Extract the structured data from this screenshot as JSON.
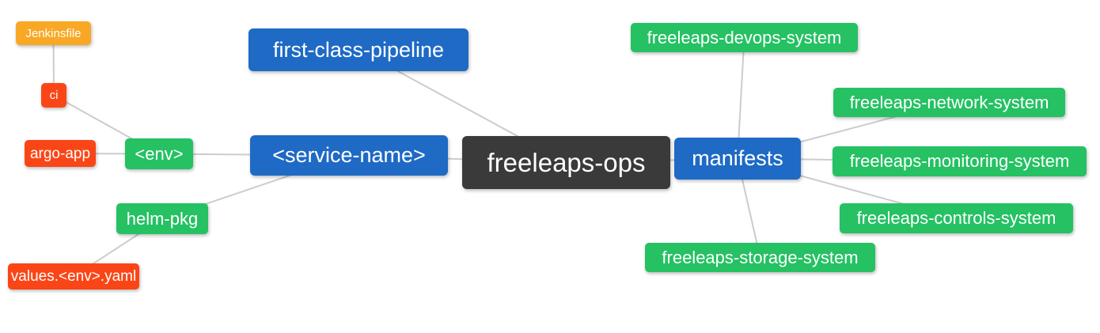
{
  "palette": {
    "blue": "#1E6AC5",
    "green": "#25C163",
    "orange": "#F9A825",
    "red": "#FA4616",
    "dark": "#3A3A3A",
    "edge": "#CCCCCC",
    "background": "#FFFFFF",
    "node_text": "#FFFFFF"
  },
  "mindmap": {
    "root_label": "freeleaps-ops",
    "nodes": [
      {
        "id": "jenkinsfile",
        "label": "Jenkinsfile",
        "color": "orange"
      },
      {
        "id": "ci",
        "label": "ci",
        "color": "red"
      },
      {
        "id": "argo-app",
        "label": "argo-app",
        "color": "red"
      },
      {
        "id": "env",
        "label": "<env>",
        "color": "green"
      },
      {
        "id": "helm-pkg",
        "label": "helm-pkg",
        "color": "green"
      },
      {
        "id": "values-env-yaml",
        "label": "values.<env>.yaml",
        "color": "red"
      },
      {
        "id": "first-class-pipeline",
        "label": "first-class-pipeline",
        "color": "blue"
      },
      {
        "id": "service-name",
        "label": "<service-name>",
        "color": "blue"
      },
      {
        "id": "freeleaps-ops",
        "label": "freeleaps-ops",
        "color": "dark"
      },
      {
        "id": "manifests",
        "label": "manifests",
        "color": "blue"
      },
      {
        "id": "freeleaps-devops-system",
        "label": "freeleaps-devops-system",
        "color": "green"
      },
      {
        "id": "freeleaps-network-system",
        "label": "freeleaps-network-system",
        "color": "green"
      },
      {
        "id": "freeleaps-monitoring-system",
        "label": "freeleaps-monitoring-system",
        "color": "green"
      },
      {
        "id": "freeleaps-controls-system",
        "label": "freeleaps-controls-system",
        "color": "green"
      },
      {
        "id": "freeleaps-storage-system",
        "label": "freeleaps-storage-system",
        "color": "green"
      }
    ],
    "edges": [
      {
        "from": "jenkinsfile",
        "to": "ci"
      },
      {
        "from": "ci",
        "to": "env"
      },
      {
        "from": "argo-app",
        "to": "env"
      },
      {
        "from": "env",
        "to": "service-name"
      },
      {
        "from": "helm-pkg",
        "to": "service-name"
      },
      {
        "from": "values-env-yaml",
        "to": "helm-pkg"
      },
      {
        "from": "first-class-pipeline",
        "to": "freeleaps-ops"
      },
      {
        "from": "service-name",
        "to": "freeleaps-ops"
      },
      {
        "from": "freeleaps-ops",
        "to": "manifests"
      },
      {
        "from": "manifests",
        "to": "freeleaps-devops-system"
      },
      {
        "from": "manifests",
        "to": "freeleaps-network-system"
      },
      {
        "from": "manifests",
        "to": "freeleaps-monitoring-system"
      },
      {
        "from": "manifests",
        "to": "freeleaps-controls-system"
      },
      {
        "from": "manifests",
        "to": "freeleaps-storage-system"
      }
    ]
  }
}
